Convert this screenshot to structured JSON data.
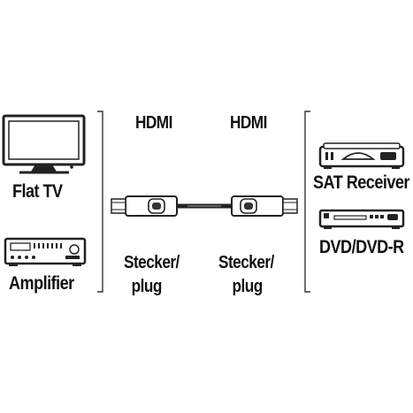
{
  "left_devices": {
    "flat_tv": "Flat TV",
    "amplifier": "Amplifier"
  },
  "right_devices": {
    "sat_receiver": "SAT Receiver",
    "dvd": "DVD/DVD-R"
  },
  "cable": {
    "left_end": {
      "type": "HDMI",
      "connector_line1": "Stecker/",
      "connector_line2": "plug"
    },
    "right_end": {
      "type": "HDMI",
      "connector_line1": "Stecker/",
      "connector_line2": "plug"
    }
  }
}
